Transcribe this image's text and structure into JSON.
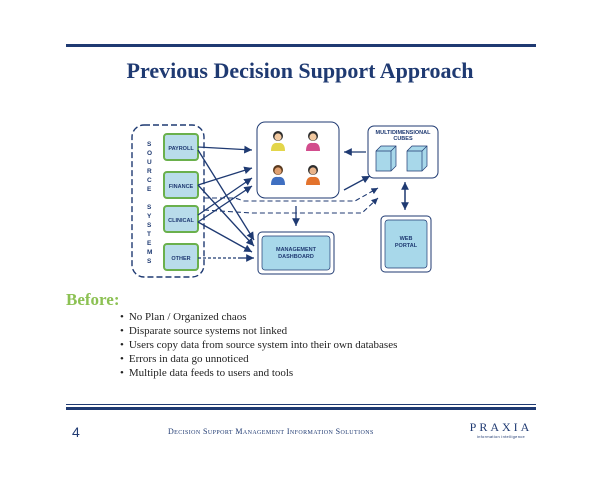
{
  "title": "Previous Decision Support Approach",
  "diagram": {
    "source_label": "SOURCE SYSTEMS",
    "sources": [
      "PAYROLL",
      "FINANCE",
      "CLINICAL",
      "OTHER"
    ],
    "cubes_label_line1": "MULTIDIMENSIONAL",
    "cubes_label_line2": "CUBES",
    "dashboard_line1": "MANAGEMENT",
    "dashboard_line2": "DASHBOARD",
    "portal_line1": "WEB",
    "portal_line2": "PORTAL",
    "colors": {
      "navy": "#1f3a72",
      "source_fill": "#b9dcea",
      "source_border": "#6ab04c",
      "cube_fill": "#a8d8ea"
    }
  },
  "before": {
    "heading": "Before:",
    "items": [
      "No Plan / Organized chaos",
      "Disparate source systems not linked",
      "Users copy data from source system into their own databases",
      "Errors in data go unnoticed",
      "Multiple data feeds to users and tools"
    ]
  },
  "footer": {
    "page_number": "4",
    "text": "Decision Support Management Information Solutions",
    "logo": "PRAXIA",
    "logo_tagline": "information intelligence"
  }
}
